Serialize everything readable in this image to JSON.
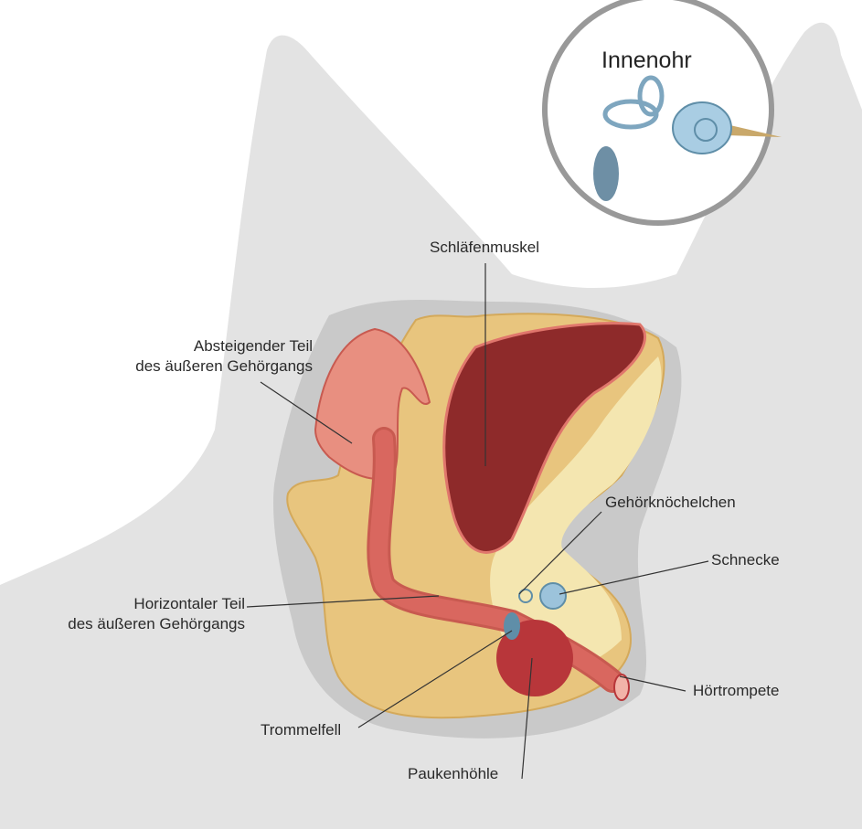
{
  "inset": {
    "title": "Innenohr"
  },
  "labels": {
    "temporal_muscle": "Schläfenmuskel",
    "descending_canal_line1": "Absteigender Teil",
    "descending_canal_line2": "des äußeren Gehörgangs",
    "ossicles": "Gehörknöchelchen",
    "cochlea": "Schnecke",
    "horizontal_canal_line1": "Horizontaler Teil",
    "horizontal_canal_line2": "des äußeren Gehörgangs",
    "eustachian_tube": "Hörtrompete",
    "eardrum": "Trommelfell",
    "tympanic_cavity": "Paukenhöhle"
  },
  "colors": {
    "silhouette": "#e3e3e3",
    "bone": "#e8c57e",
    "muscle": "#8e2a2a",
    "canal": "#d9675f",
    "cochlea": "#9cc3db"
  }
}
